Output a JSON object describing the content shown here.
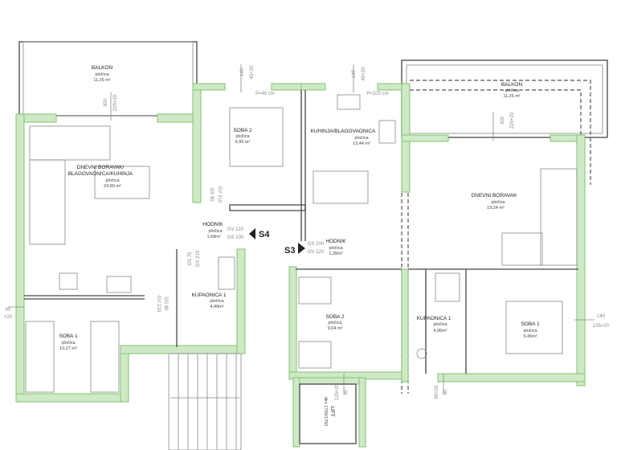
{
  "rooms": {
    "balkon_left": {
      "name": "BALKON",
      "sub": "pločica",
      "area": "11,25 m²"
    },
    "living_left": {
      "name1": "DNEVNI BORAVAK/",
      "name2": "BLAGOVAONICA/KUHINJA",
      "sub": "pločica",
      "area": "24,89 m²"
    },
    "soba2_left": {
      "name": "SOBA 2",
      "sub": "pločica",
      "area": "9,95 m²"
    },
    "hodnik_left": {
      "name": "HODNIK",
      "sub": "pločica",
      "area": "1,68m²"
    },
    "kupaonica_left": {
      "name": "KUPAONICA 1",
      "sub": "pločica",
      "area": "4,49m²"
    },
    "soba1_left": {
      "name": "SOBA 1",
      "sub": "pločica",
      "area": "10,27 m²"
    },
    "kuhinja_right": {
      "name": "KUHINJA/BLAGOVAONICA",
      "sub": "pločica",
      "area": "13,44 m²"
    },
    "balkon_right": {
      "name": "BALKON",
      "sub": "pločica",
      "area": "11,25 m²"
    },
    "living_right": {
      "name": "DNEVNI BORAVAK",
      "sub": "pločica",
      "area": "19,24 m²"
    },
    "hodnik_right": {
      "name": "HODNIK",
      "sub": "pločica",
      "area": "1,35m²"
    },
    "soba2_right": {
      "name": "SOBA 2",
      "sub": "pločica",
      "area": "9,04 m²"
    },
    "kupaonica_right": {
      "name": "KUPAONICA 1",
      "sub": "pločica",
      "area": "4,95m²"
    },
    "soba1_right": {
      "name": "SOBA 1",
      "sub": "pločica",
      "area": "9,45m²"
    },
    "lift": {
      "name": "LIFT",
      "sub": "dim 1750/1750"
    }
  },
  "section_marks": {
    "s4": "S4",
    "s3": "S3"
  },
  "dimensions": {
    "d300_l": "300",
    "d225_l": "225+20",
    "d140_a": "140",
    "d45_a": "45+20",
    "p40": "P=40 cm",
    "d140_b": "140",
    "d45_b": "45+20",
    "p100": "P=100 cm",
    "d300_r": "300",
    "d225_r": "225+20",
    "gs80_a": "GS 80",
    "gv210_a": "GV 210",
    "gv220_a": "GV 220",
    "gs100_a": "GS 100",
    "gs75": "GS 75",
    "gv210_b": "GV 210",
    "gs80_b": "GS 80",
    "gv210_c": "GV 210",
    "gs100_b": "GS 100",
    "gv220_b": "GV 220",
    "d90": "90",
    "d20": "+20",
    "d140_c": "140",
    "d135": "135+20",
    "d80_a": "80",
    "d125_a": "125+20",
    "d80_b": "80",
    "d85": "85+20"
  },
  "colors": {
    "wall_fill": "#cfe9c6",
    "wall_stroke": "#7fc46f"
  }
}
